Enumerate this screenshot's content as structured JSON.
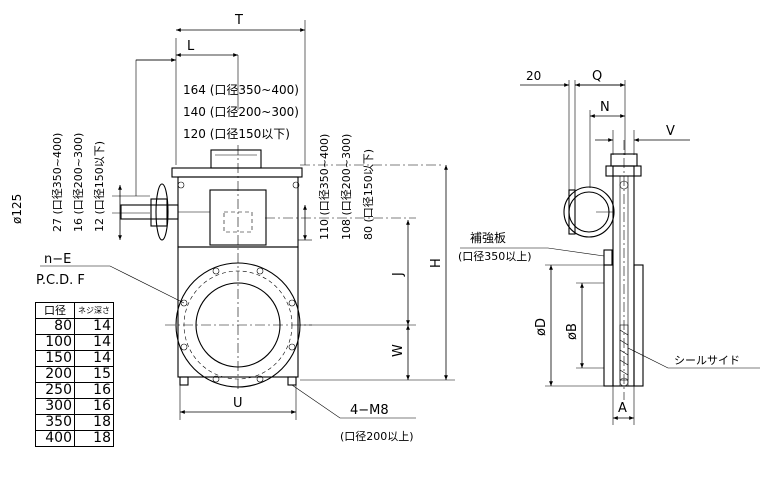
{
  "front_view": {
    "T": "T",
    "L": "L",
    "height_notes": [
      "164 (口径350~400)",
      "140 (口径200~300)",
      "120 (口径150以下)"
    ],
    "side_notes": [
      "27 (口径350~400)",
      "16 (口径200~300)",
      "12 (口径150以下)"
    ],
    "phi125": "ø125",
    "right_notes": [
      "110 (口径350~400)",
      "108 (口径200~300)",
      "80 (口径150以下)"
    ],
    "J": "J",
    "H": "H",
    "W": "W",
    "U": "U",
    "nE": "n−E",
    "PCD": "P.C.D. F",
    "bolt": "4−M8",
    "bolt_note": "(口径200以上)"
  },
  "side_view": {
    "d20": "20",
    "Q": "Q",
    "N": "N",
    "V": "V",
    "reinforce": "補強板",
    "reinforce_note": "(口径350以上)",
    "phiD": "øD",
    "phiB": "øB",
    "seal": "シールサイド",
    "A": "A"
  },
  "table": {
    "headers": [
      "口径",
      "ネジ深さ"
    ],
    "rows": [
      [
        "80",
        "14"
      ],
      [
        "100",
        "14"
      ],
      [
        "150",
        "14"
      ],
      [
        "200",
        "15"
      ],
      [
        "250",
        "16"
      ],
      [
        "300",
        "16"
      ],
      [
        "350",
        "18"
      ],
      [
        "400",
        "18"
      ]
    ]
  }
}
